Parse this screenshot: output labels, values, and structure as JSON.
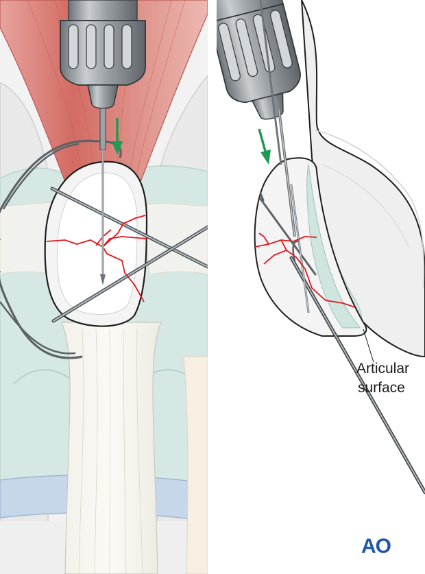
{
  "labels": {
    "articular": "Articular",
    "surface": "surface"
  },
  "logo": {
    "text": "AO",
    "color": "#1e57a8"
  },
  "colors": {
    "fracture_lines": "#e4161b",
    "motion_arrow": "#1e9a55",
    "muscle": "#d9756e",
    "cartilage": "#d2e6e2",
    "bone": "#ececec",
    "drill_metal": "#8e9498"
  },
  "icons": [
    "drill-chuck-icon",
    "motion-arrow-icon",
    "ao-logo"
  ]
}
